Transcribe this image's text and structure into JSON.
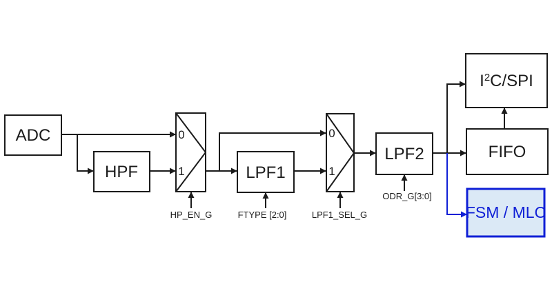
{
  "colors": {
    "line": "#1b1b1b",
    "accent_blue": "#0f1fd6",
    "fsm_fill": "#dbe9f6",
    "background": "#ffffff"
  },
  "blocks": {
    "adc": {
      "label": "ADC"
    },
    "hpf": {
      "label": "HPF"
    },
    "lpf1": {
      "label": "LPF1"
    },
    "lpf2": {
      "label": "LPF2"
    },
    "fifo": {
      "label": "FIFO"
    },
    "fsm_mlc": {
      "label": "FSM / MLC"
    },
    "i2c_spi": {
      "base": "I",
      "sup": "2",
      "rest": "C/SPI"
    }
  },
  "muxes": {
    "mux1": {
      "input0": "0",
      "input1": "1",
      "control": "HP_EN_G"
    },
    "mux2": {
      "input0": "0",
      "input1": "1",
      "control": "LPF1_SEL_G"
    }
  },
  "signals": {
    "hp_en_g": "HP_EN_G",
    "ftype": "FTYPE [2:0]",
    "lpf1_sel_g": "LPF1_SEL_G",
    "odr_g": "ODR_G[3:0]"
  }
}
